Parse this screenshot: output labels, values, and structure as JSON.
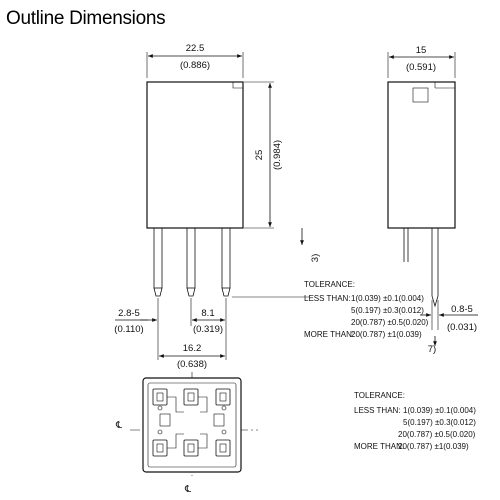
{
  "title": "Outline Dimensions",
  "front_view": {
    "width_mm": "22.5",
    "width_in": "(0.886)",
    "height_mm": "25",
    "height_in": "(0.984)",
    "pin_len_partial": "3)",
    "pin_offset_mm": "2.8-5",
    "pin_offset_in": "(0.110)",
    "pin_pitch_mm": "8.1",
    "pin_pitch_in": "(0.319)",
    "pin_span_mm": "16.2",
    "pin_span_in": "(0.638)"
  },
  "side_view": {
    "width_mm": "15",
    "width_in": "(0.591)",
    "pin_width_mm": "0.8-5",
    "pin_width_in": "(0.031)",
    "pin_partial": "7)"
  },
  "bottom_view": {
    "centerline_symbol": "℄"
  },
  "tolerance_upper": {
    "heading": "TOLERANCE:",
    "rows": [
      {
        "label": "LESS THAN:",
        "value": "1(0.039) ±0.1(0.004)"
      },
      {
        "label": "",
        "value": "5(0.197) ±0.3(0.012)"
      },
      {
        "label": "",
        "value": "20(0.787) ±0.5(0.020)"
      },
      {
        "label": "MORE THAN:",
        "value": "20(0.787) ±1(0.039)"
      }
    ]
  },
  "tolerance_lower": {
    "heading": "TOLERANCE:",
    "rows": [
      {
        "label": "LESS THAN:",
        "value": "1(0.039) ±0.1(0.004)"
      },
      {
        "label": "",
        "value": "5(0.197) ±0.3(0.012)"
      },
      {
        "label": "",
        "value": "20(0.787) ±0.5(0.020)"
      },
      {
        "label": "MORE THAN:",
        "value": "20(0.787) ±1(0.039)"
      }
    ]
  }
}
